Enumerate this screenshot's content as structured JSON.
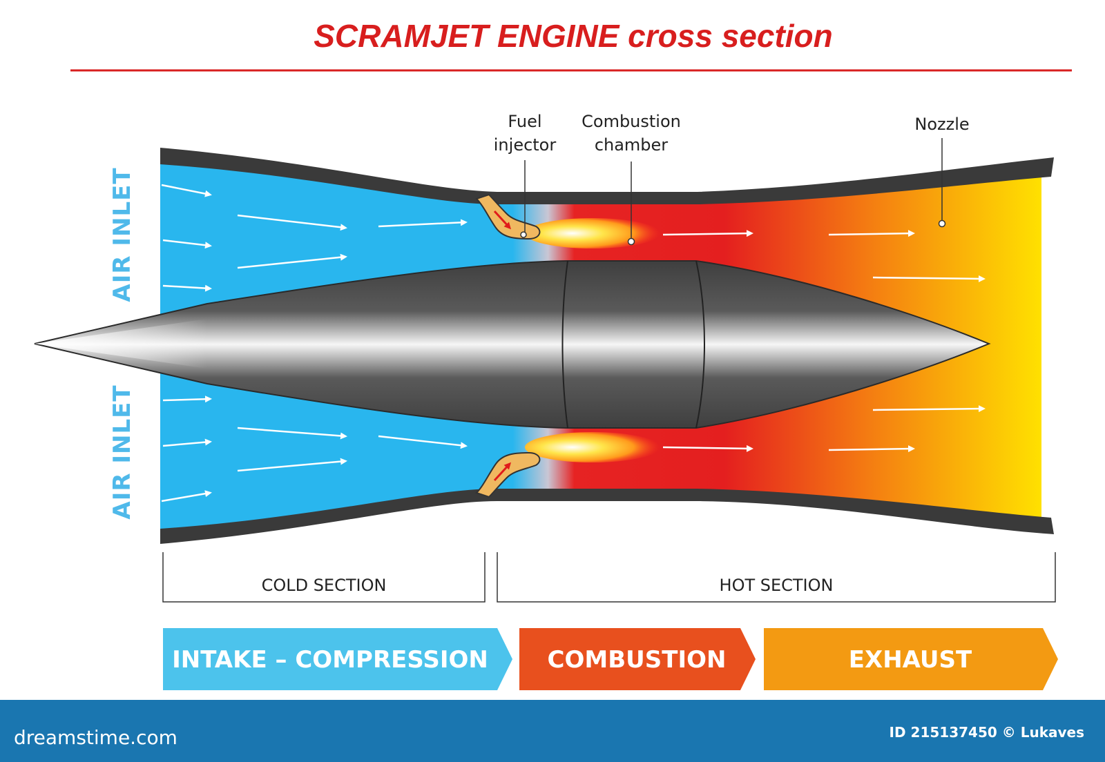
{
  "title": "SCRAMJET ENGINE cross section",
  "labels": {
    "fuel_injector": [
      "Fuel",
      "injector"
    ],
    "combustion_chamber": [
      "Combustion",
      "chamber"
    ],
    "nozzle": "Nozzle",
    "air_inlet_top": "AIR INLET",
    "air_inlet_bottom": "AIR INLET"
  },
  "sections": {
    "cold": "COLD SECTION",
    "hot": "HOT SECTION"
  },
  "phases": [
    {
      "label": "INTAKE – COMPRESSION",
      "color": "#4cc3ec"
    },
    {
      "label": "COMBUSTION",
      "color": "#e8501e"
    },
    {
      "label": "EXHAUST",
      "color": "#f39a12"
    }
  ],
  "colors": {
    "title": "#d81e1e",
    "cold_flow": "#29b6ee",
    "hot_flow_start": "#e62323",
    "hot_flow_end": "#ffe100",
    "casing": "#3a3a3a",
    "footer_bar": "#1a76b0"
  },
  "footer": {
    "brand": "dreamstime.com",
    "credit": "ID 215137450 © Lukaves"
  }
}
